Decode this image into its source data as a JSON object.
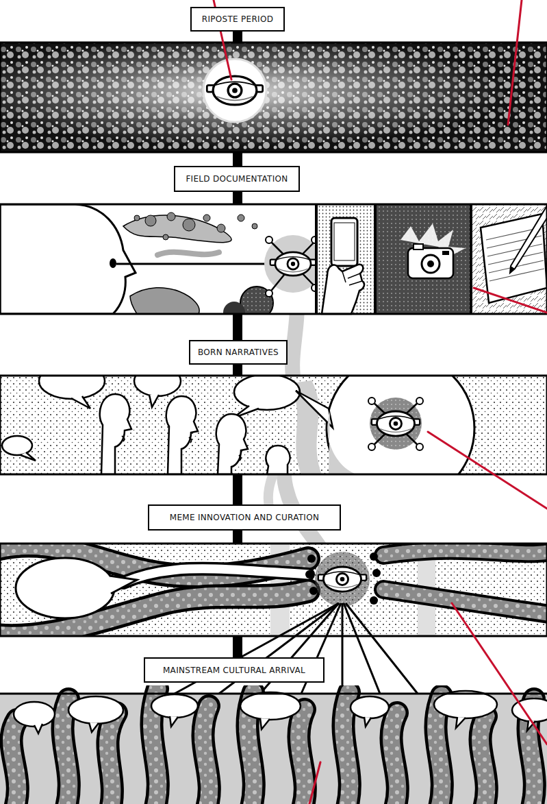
{
  "diagram": {
    "nodes": [
      {
        "text": [
          "RIPOSTE PERIOD"
        ]
      },
      {
        "text": [
          "FIELD DOCUMENTATION"
        ]
      },
      {
        "text": [
          "BORN NARRATIVES"
        ]
      },
      {
        "text": [
          "MEME INNOVATION AND CURATION"
        ]
      },
      {
        "text": [
          "MAINSTREAM CULTURAL ARRIVAL"
        ]
      }
    ],
    "edges": [
      {
        "from": 0,
        "to": 1,
        "arrow": "none"
      },
      {
        "from": 1,
        "to": 2,
        "arrow": "none"
      },
      {
        "from": 2,
        "to": 3,
        "arrow": "none"
      },
      {
        "from": 3,
        "to": 4,
        "arrow": "none"
      }
    ]
  }
}
